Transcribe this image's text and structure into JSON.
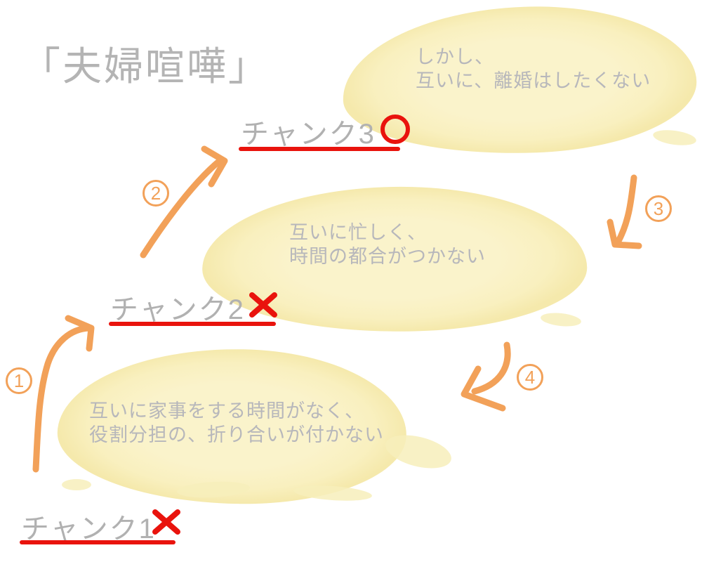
{
  "title": "「夫婦喧嘩」",
  "colors": {
    "bubble_yellow": "#faf3cb",
    "mark_red": "#e9130d",
    "arrow_orange": "#f2a159",
    "text_gray": "#b4b4b4"
  },
  "chunks": [
    {
      "label": "チャンク1",
      "mark": "x"
    },
    {
      "label": "チャンク2",
      "mark": "x"
    },
    {
      "label": "チャンク3",
      "mark": "circle"
    }
  ],
  "bubbles": [
    {
      "lines": [
        "しかし、",
        "互いに、離婚はしたくない"
      ]
    },
    {
      "lines": [
        "互いに忙しく、",
        "時間の都合がつかない"
      ]
    },
    {
      "lines": [
        "互いに家事をする時間がなく、",
        "役割分担の、折り合いが付かない"
      ]
    }
  ],
  "steps": [
    {
      "number": "1"
    },
    {
      "number": "2"
    },
    {
      "number": "3"
    },
    {
      "number": "4"
    }
  ]
}
